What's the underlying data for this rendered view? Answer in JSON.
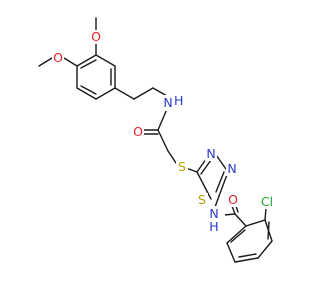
{
  "colors": {
    "bond": "#1a1a1a",
    "carbon": "#1a1a1a",
    "oxygen": "#e8202a",
    "nitrogen": "#2a3ac8",
    "sulfur": "#b8a000",
    "chlorine": "#22a834",
    "background": "#ffffff"
  },
  "molecule": {
    "atoms": [
      {
        "id": "O_top",
        "text": "O",
        "element": "oxygen"
      },
      {
        "id": "C_me_top",
        "text": "",
        "element": "carbon"
      },
      {
        "id": "O_left",
        "text": "O",
        "element": "oxygen"
      },
      {
        "id": "C_me_left",
        "text": "",
        "element": "carbon"
      },
      {
        "id": "NH_amide",
        "text": "H",
        "prefix": "N",
        "element": "nitrogen"
      },
      {
        "id": "O_carbonyl",
        "text": "O",
        "element": "oxygen"
      },
      {
        "id": "S_thio",
        "text": "S",
        "element": "sulfur"
      },
      {
        "id": "N_r1",
        "text": "N",
        "element": "nitrogen"
      },
      {
        "id": "N_r2",
        "text": "N",
        "element": "nitrogen"
      },
      {
        "id": "S_ring",
        "text": "S",
        "element": "sulfur"
      },
      {
        "id": "NH_lower",
        "text": "H",
        "prefix": "N",
        "element": "nitrogen"
      },
      {
        "id": "O_benz",
        "text": "O",
        "element": "oxygen"
      },
      {
        "id": "Cl",
        "text": "Cl",
        "element": "chlorine"
      }
    ]
  }
}
